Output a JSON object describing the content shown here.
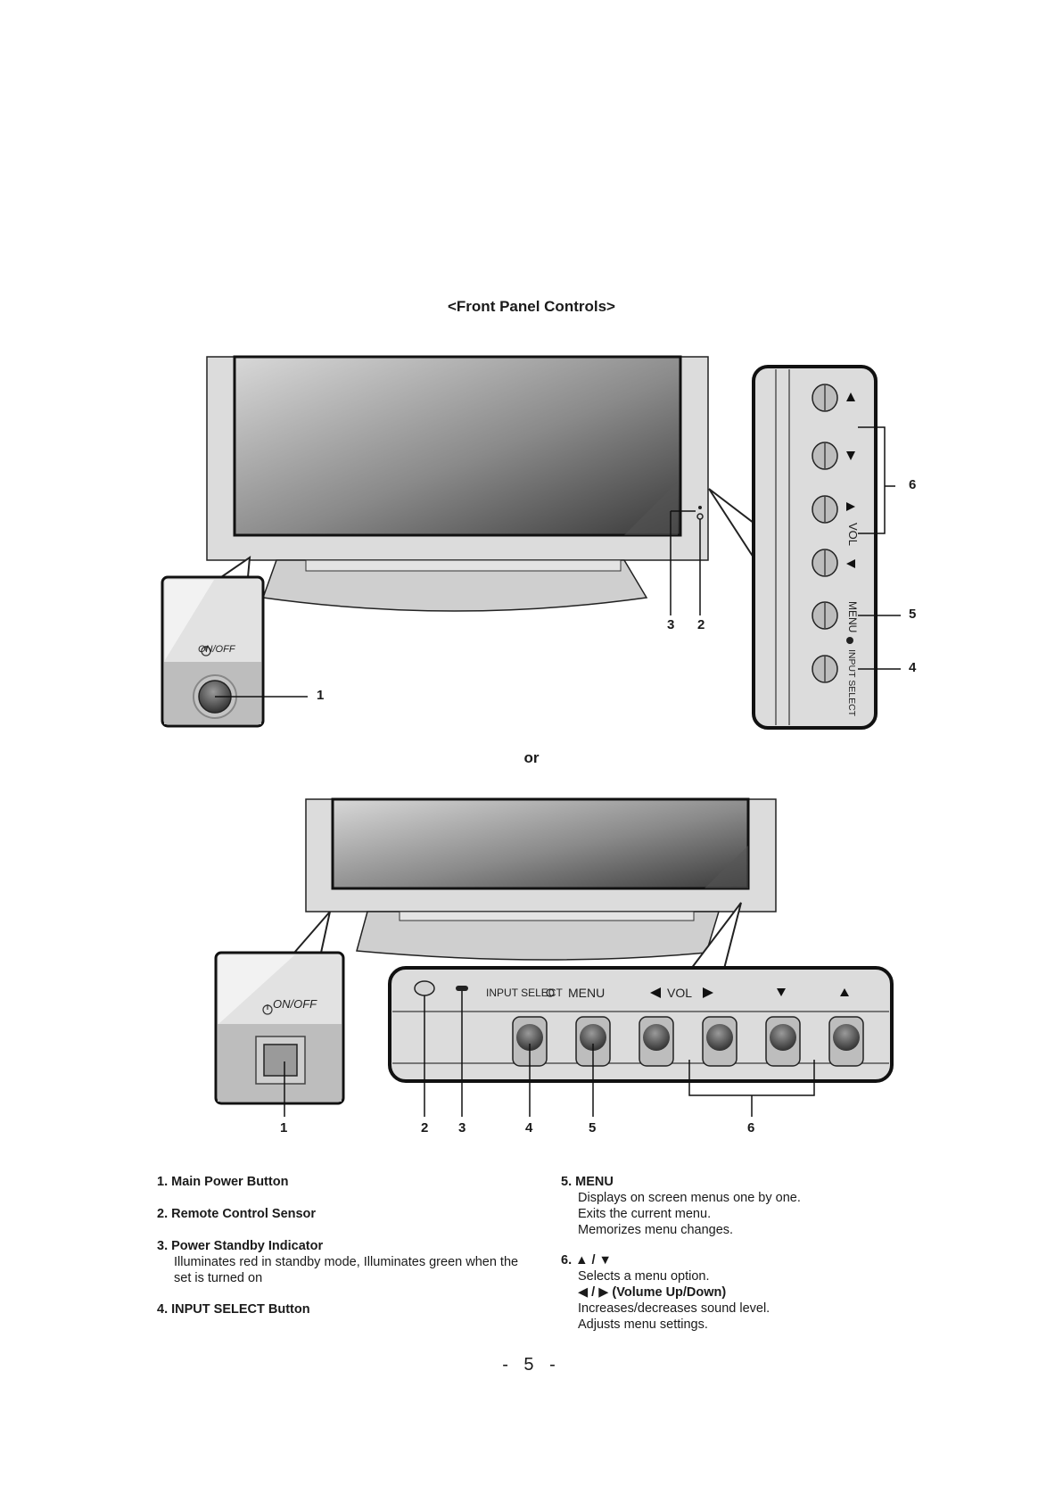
{
  "heading": "<Front Panel Controls>",
  "or_label": "or",
  "fig1": {
    "onoff_label": "ON/OFF",
    "side_labels": {
      "vol": "VOL",
      "menu": "MENU",
      "input_select": "INPUT SELECT"
    },
    "callouts": {
      "c1": "1",
      "c2": "2",
      "c3": "3",
      "c4": "4",
      "c5": "5",
      "c6": "6"
    }
  },
  "fig2": {
    "onoff_label": "ON/OFF",
    "strip_labels": {
      "input_select": "INPUT SELECT",
      "menu": "MENU",
      "vol": "VOL"
    },
    "callouts": {
      "c1": "1",
      "c2": "2",
      "c3": "3",
      "c4": "4",
      "c5": "5",
      "c6": "6"
    }
  },
  "items": {
    "i1": {
      "title": "1. Main Power Button"
    },
    "i2": {
      "title": "2. Remote Control Sensor"
    },
    "i3": {
      "title": "3. Power Standby Indicator",
      "lines": [
        "Illuminates red in standby mode, Illuminates green when the",
        "set is turned on"
      ]
    },
    "i4": {
      "title": "4. INPUT SELECT Button"
    },
    "i5": {
      "title": "5. MENU",
      "lines": [
        "Displays on screen menus one by one.",
        "Exits the current menu.",
        "Memorizes menu changes."
      ]
    },
    "i6": {
      "title": "6. ▲ / ▼",
      "line1": "Selects a menu option.",
      "sub_title": "◀ / ▶ (Volume Up/Down)",
      "lines": [
        "Increases/decreases sound level.",
        "Adjusts menu settings."
      ]
    }
  },
  "page_number": "- 5 -"
}
